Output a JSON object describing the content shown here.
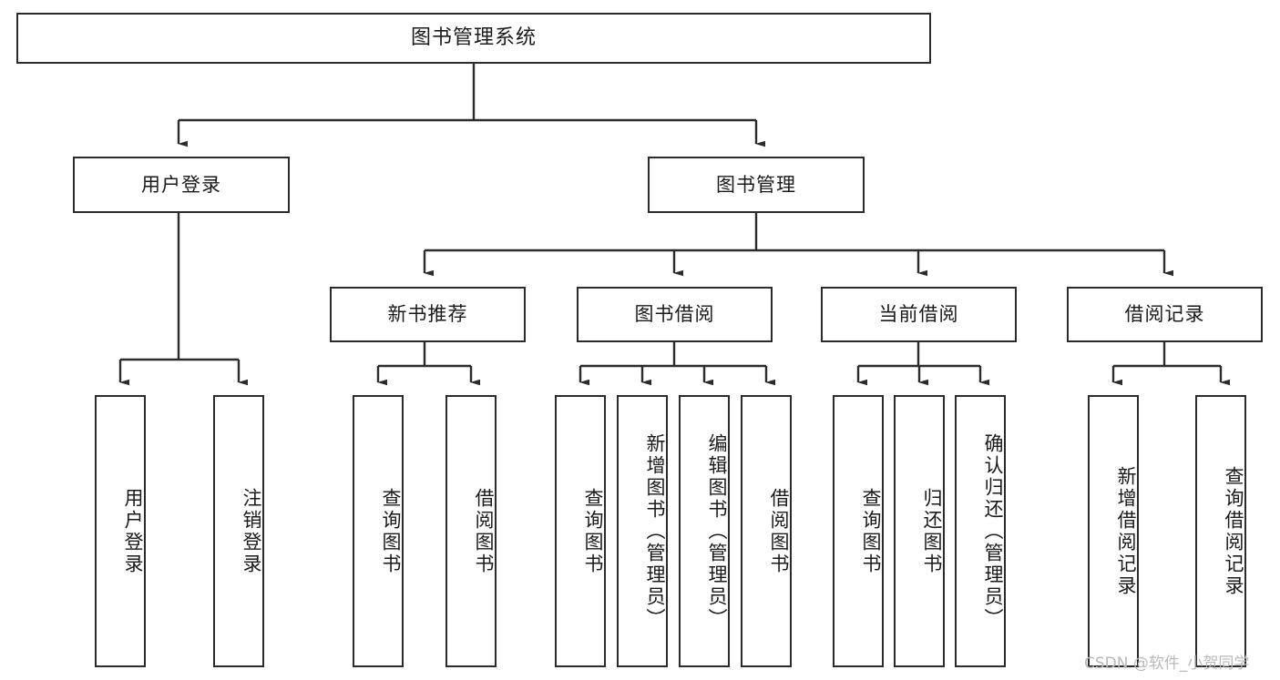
{
  "diagram": {
    "title": "图书管理系统",
    "type": "hierarchy-tree",
    "stroke_color": "#2b2b2b",
    "fill_color": "#ffffff",
    "text_color": "#1a1a1a"
  },
  "watermark": {
    "text": "CSDN @软件_小贺同学",
    "color": "#b9b9b9"
  },
  "nodes": {
    "root": {
      "label": "图书管理系统"
    },
    "level2": [
      {
        "id": "user-login",
        "label": "用户登录"
      },
      {
        "id": "book-management",
        "label": "图书管理"
      }
    ],
    "level3": [
      {
        "id": "new-book-recommend",
        "label": "新书推荐"
      },
      {
        "id": "book-borrow",
        "label": "图书借阅"
      },
      {
        "id": "current-borrow",
        "label": "当前借阅"
      },
      {
        "id": "borrow-record",
        "label": "借阅记录"
      }
    ],
    "leaves": {
      "user_login": [
        {
          "id": "leaf-user-login",
          "label": "用户登录"
        },
        {
          "id": "leaf-logout",
          "label": "注销登录"
        }
      ],
      "new_book_recommend": [
        {
          "id": "leaf-query-book-1",
          "label": "查询图书"
        },
        {
          "id": "leaf-borrow-book-1",
          "label": "借阅图书"
        }
      ],
      "book_borrow": [
        {
          "id": "leaf-query-book-2",
          "label": "查询图书"
        },
        {
          "id": "leaf-add-book",
          "label": "新增图书（管理员）"
        },
        {
          "id": "leaf-edit-book",
          "label": "编辑图书（管理员）"
        },
        {
          "id": "leaf-borrow-book-2",
          "label": "借阅图书"
        }
      ],
      "current_borrow": [
        {
          "id": "leaf-query-book-3",
          "label": "查询图书"
        },
        {
          "id": "leaf-return-book",
          "label": "归还图书"
        },
        {
          "id": "leaf-confirm-return",
          "label": "确认归还（管理员）"
        }
      ],
      "borrow_record": [
        {
          "id": "leaf-add-record",
          "label": "新增借阅记录"
        },
        {
          "id": "leaf-query-record",
          "label": "查询借阅记录"
        }
      ]
    }
  }
}
